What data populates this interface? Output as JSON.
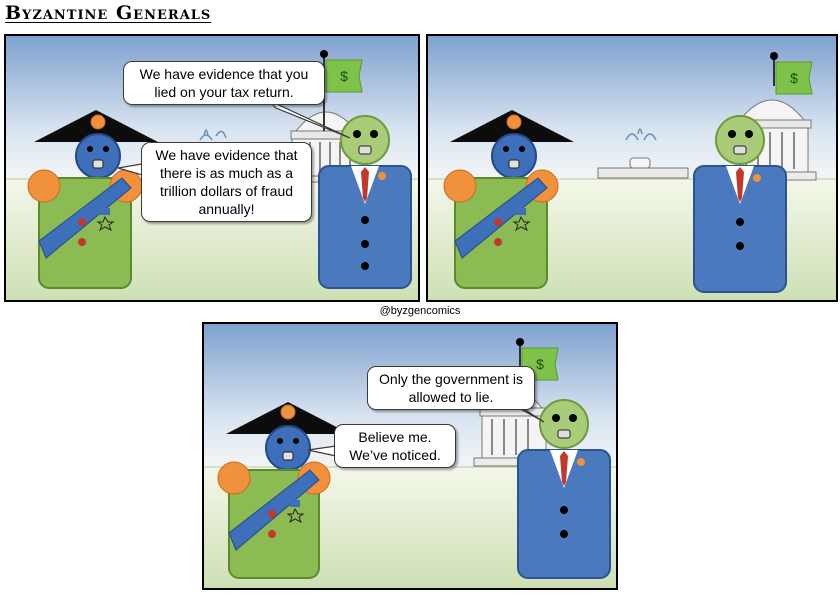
{
  "comic": {
    "title": "Byzantine Generals",
    "credit": "@byzgencomics"
  },
  "colors": {
    "sky_top": "#7fa0cf",
    "sky_bottom": "#e6edf4",
    "grass": "#dfe9cf",
    "general_uniform": "#8dbb53",
    "general_face": "#3e6fba",
    "epaulette": "#f2913b",
    "sash": "#3e6fba",
    "suit": "#4a79bd",
    "head_green": "#a8cc78",
    "tie": "#c0392b",
    "flag": "#7ec24a",
    "building": "#f2f2f2"
  },
  "flag_symbol": "$",
  "panels": [
    {
      "bubbles": [
        "We have evidence that you lied on your tax return.",
        "We have evidence that there is as much as a trillion dollars of fraud annually!"
      ]
    },
    {
      "bubbles": []
    },
    {
      "bubbles": [
        "Only the government is allowed to lie.",
        "Believe me. We’ve noticed."
      ]
    }
  ]
}
